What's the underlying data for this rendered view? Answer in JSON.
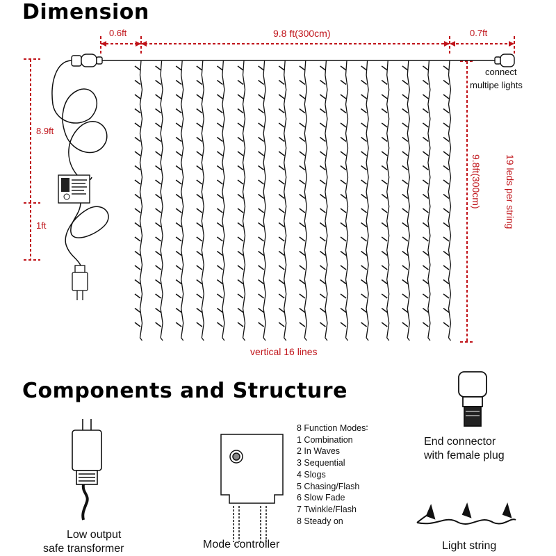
{
  "sections": {
    "dimension_title": "Dimension",
    "components_title": "Components and Structure"
  },
  "dimension": {
    "left_lead": "0.6ft",
    "width": "9.8 ft(300cm)",
    "right_lead": "0.7ft",
    "cable_length": "8.9ft",
    "plug_lead": "1ft",
    "height": "9.8ft(300cm)",
    "leds_per_string": "19 leds per string",
    "lines": "vertical 16 lines",
    "connect_note_line1": "connect",
    "connect_note_line2": "multipe lights",
    "string_count": 16
  },
  "components": {
    "transformer_line1": "Low output",
    "transformer_line2": "safe transformer",
    "controller": "Mode controller",
    "connector_line1": "End connector",
    "connector_line2": "with female plug",
    "light_string": "Light string",
    "modes_header": "8 Function Modes∶",
    "modes": [
      "1 Combination",
      "2 In Waves",
      "3 Sequential",
      "4 Slogs",
      "5 Chasing/Flash",
      "6 Slow Fade",
      "7 Twinkle/Flash",
      "8 Steady on"
    ]
  },
  "colors": {
    "dimension_lines": "#c0141a",
    "wire": "#111111"
  }
}
